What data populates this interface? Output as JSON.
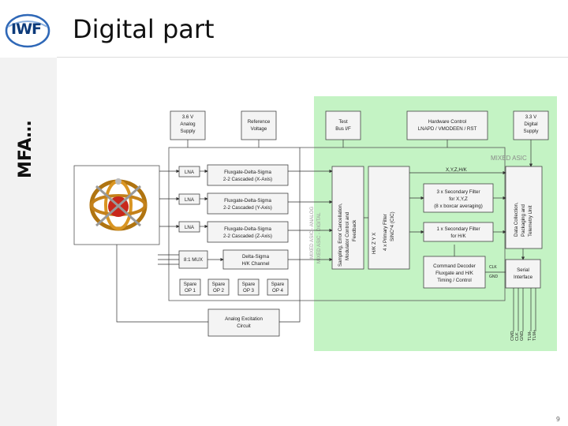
{
  "header": {
    "title": "Digital part",
    "vertical_title": "MFA…",
    "logo_text": "IWF"
  },
  "footer": {
    "page_number": "9"
  },
  "diagram": {
    "supply_analog": [
      "3.6 V",
      "Analog",
      "Supply"
    ],
    "reference_voltage": [
      "Reference",
      "Voltage"
    ],
    "test_bus": [
      "Test",
      "Bus I/F"
    ],
    "hardware_control": [
      "Hardware Control",
      "LNAPD / VMODEEN / RST"
    ],
    "supply_digital": [
      "3.3 V",
      "Digital",
      "Supply"
    ],
    "mixed_asic_label": "MIXED ASIC",
    "xyz_hk_label": "X,Y,Z,H/K",
    "lna": [
      "LNA",
      "LNA",
      "LNA"
    ],
    "fluxgate_x": [
      "Fluxgate-Delta-Sigma",
      "2-2 Cascaded (X-Axis)"
    ],
    "fluxgate_y": [
      "Fluxgate-Delta-Sigma",
      "2-2 Cascaded (Y-Axis)"
    ],
    "fluxgate_z": [
      "Fluxgate-Delta-Sigma",
      "2-2 Cascaded (Z-Axis)"
    ],
    "mux": "8:1 MUX",
    "delta_sigma_hk": [
      "Delta-Sigma",
      "H/K Channel"
    ],
    "spare_ops": [
      [
        "Spare",
        "OP 1"
      ],
      [
        "Spare",
        "OP 2"
      ],
      [
        "Spare",
        "OP 3"
      ],
      [
        "Spare",
        "OP 4"
      ]
    ],
    "sampling": [
      "Sampling, Error Cancellation,",
      "Modulator Control and",
      "Feedback"
    ],
    "primary_filter": [
      "4 x Primary Filter",
      "SINC^4 (CIC)"
    ],
    "primary_axes": "H/K Z Y X",
    "secondary_xyz": [
      "3 x Secondary Filter",
      "for X,Y,Z",
      "(8 x boxcar averaging)"
    ],
    "secondary_hk": [
      "1 x Secondary Filter",
      "for H/K"
    ],
    "data_collection": [
      "Data Collection,",
      "Packaging and",
      "Telemetry Unit"
    ],
    "command_decoder": [
      "Command Decoder",
      "Fluxgate and H/K",
      "Timing / Control"
    ],
    "serial_interface": [
      "Serial",
      "Interface"
    ],
    "clk": "CLK",
    "gnd": "GND",
    "analog_excitation": [
      "Analog Excitation",
      "Circuit"
    ],
    "vertical_asic_labels": [
      "MIXED ASIC - ANALOG",
      "MIXED ASIC - DIGITAL"
    ],
    "bottom_signals": [
      "CMD",
      "CLK",
      "GND",
      "TLM-",
      "TLM+"
    ]
  }
}
